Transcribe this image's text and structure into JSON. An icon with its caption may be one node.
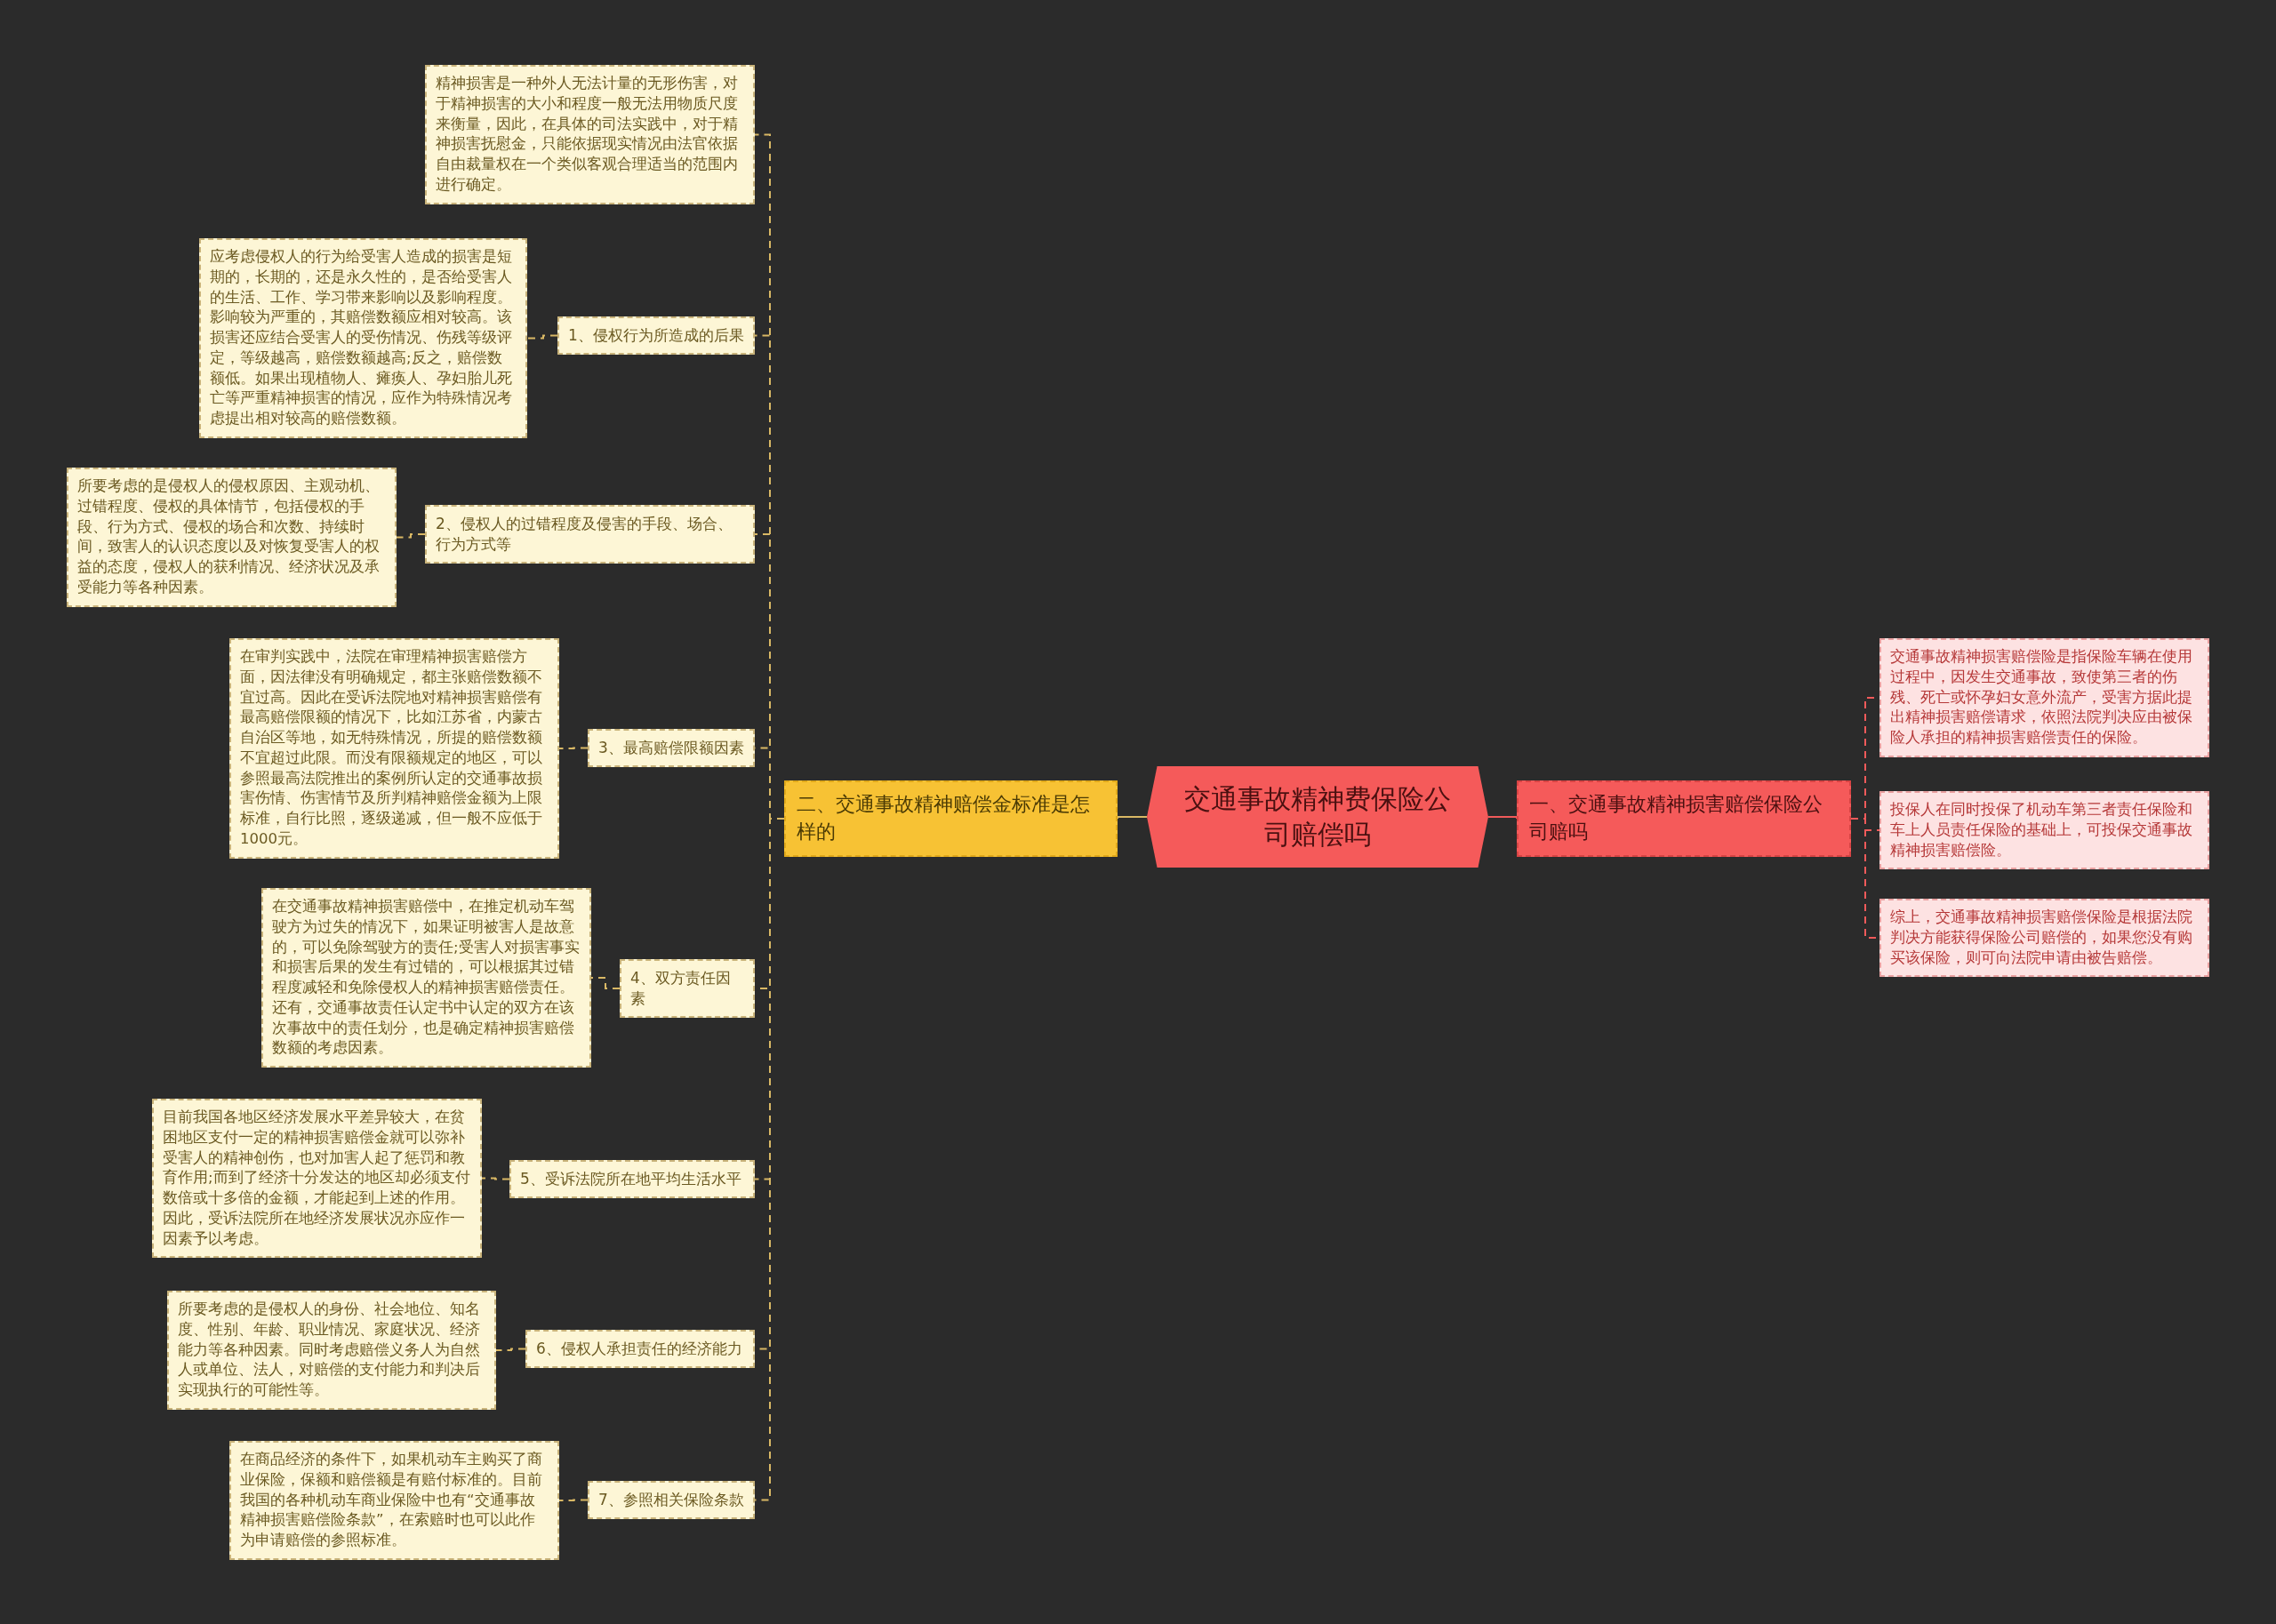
{
  "diagram": {
    "nodes": [
      {
        "text": [
          "交通事故精神费保险公司赔偿吗"
        ]
      },
      {
        "text": [
          "二、交通事故精神赔偿金标准是怎样的"
        ]
      },
      {
        "text": [
          "精神损害是一种外人无法计量的无形伤害，对于精神损害的大小和程度一般无法用物质尺度来衡量，因此，在具体的司法实践中，对于精神损害抚慰金，只能依据现实情况由法官依据自由裁量权在一个类似客观合理适当的范围内进行确定。"
        ]
      },
      {
        "text": [
          "1、侵权行为所造成的后果"
        ]
      },
      {
        "text": [
          "应考虑侵权人的行为给受害人造成的损害是短期的，长期的，还是永久性的，是否给受害人的生活、工作、学习带来影响以及影响程度。影响较为严重的，其赔偿数额应相对较高。该损害还应结合受害人的受伤情况、伤残等级评定，等级越高，赔偿数额越高;反之，赔偿数额低。如果出现植物人、瘫痪人、孕妇胎儿死亡等严重精神损害的情况，应作为特殊情况考虑提出相对较高的赔偿数额。"
        ]
      },
      {
        "text": [
          "2、侵权人的过错程度及侵害的手段、场合、行为方式等"
        ]
      },
      {
        "text": [
          "所要考虑的是侵权人的侵权原因、主观动机、过错程度、侵权的具体情节，包括侵权的手段、行为方式、侵权的场合和次数、持续时间，致害人的认识态度以及对恢复受害人的权益的态度，侵权人的获利情况、经济状况及承受能力等各种因素。"
        ]
      },
      {
        "text": [
          "3、最高赔偿限额因素"
        ]
      },
      {
        "text": [
          "在审判实践中，法院在审理精神损害赔偿方面，因法律没有明确规定，都主张赔偿数额不宜过高。因此在受诉法院地对精神损害赔偿有最高赔偿限额的情况下，比如江苏省，内蒙古自治区等地，如无特殊情况，所提的赔偿数额不宜超过此限。而没有限额规定的地区，可以参照最高法院推出的案例所认定的交通事故损害伤情、伤害情节及所判精神赔偿金额为上限标准，自行比照，逐级递减，但一般不应低于1000元。"
        ]
      },
      {
        "text": [
          "4、双方责任因素"
        ]
      },
      {
        "text": [
          "在交通事故精神损害赔偿中，在推定机动车驾驶方为过失的情况下，如果证明被害人是故意的，可以免除驾驶方的责任;受害人对损害事实和损害后果的发生有过错的，可以根据其过错程度减轻和免除侵权人的精神损害赔偿责任。还有，交通事故责任认定书中认定的双方在该次事故中的责任划分，也是确定精神损害赔偿数额的考虑因素。"
        ]
      },
      {
        "text": [
          "5、受诉法院所在地平均生活水平"
        ]
      },
      {
        "text": [
          "目前我国各地区经济发展水平差异较大，在贫困地区支付一定的精神损害赔偿金就可以弥补受害人的精神创伤，也对加害人起了惩罚和教育作用;而到了经济十分发达的地区却必须支付数倍或十多倍的金额，才能起到上述的作用。因此，受诉法院所在地经济发展状况亦应作一因素予以考虑。"
        ]
      },
      {
        "text": [
          "6、侵权人承担责任的经济能力"
        ]
      },
      {
        "text": [
          "所要考虑的是侵权人的身份、社会地位、知名度、性别、年龄、职业情况、家庭状况、经济能力等各种因素。同时考虑赔偿义务人为自然人或单位、法人，对赔偿的支付能力和判决后实现执行的可能性等。"
        ]
      },
      {
        "text": [
          "7、参照相关保险条款"
        ]
      },
      {
        "text": [
          "在商品经济的条件下，如果机动车主购买了商业保险，保额和赔偿额是有赔付标准的。目前我国的各种机动车商业保险中也有“交通事故精神损害赔偿险条款”，在索赔时也可以此作为申请赔偿的参照标准。"
        ]
      },
      {
        "text": [
          "一、交通事故精神损害赔偿保险公司赔吗"
        ]
      },
      {
        "text": [
          "交通事故精神损害赔偿险是指保险车辆在使用过程中，因发生交通事故，致使第三者的伤残、死亡或怀孕妇女意外流产，受害方据此提出精神损害赔偿请求，依照法院判决应由被保险人承担的精神损害赔偿责任的保险。"
        ]
      },
      {
        "text": [
          "投保人在同时投保了机动车第三者责任保险和车上人员责任保险的基础上，可投保交通事故精神损害赔偿险。"
        ]
      },
      {
        "text": [
          "综上，交通事故精神损害赔偿保险是根据法院判决方能获得保险公司赔偿的，如果您没有购买该保险，则可向法院申请由被告赔偿。"
        ]
      }
    ],
    "edges": [
      {
        "from": 0,
        "to": 1,
        "arrow": "none"
      },
      {
        "from": 1,
        "to": 2,
        "arrow": "none",
        "style": "dashed"
      },
      {
        "from": 1,
        "to": 3,
        "arrow": "none",
        "style": "dashed"
      },
      {
        "from": 3,
        "to": 4,
        "arrow": "none",
        "style": "dashed"
      },
      {
        "from": 1,
        "to": 5,
        "arrow": "none",
        "style": "dashed"
      },
      {
        "from": 5,
        "to": 6,
        "arrow": "none",
        "style": "dashed"
      },
      {
        "from": 1,
        "to": 7,
        "arrow": "none",
        "style": "dashed"
      },
      {
        "from": 7,
        "to": 8,
        "arrow": "none",
        "style": "dashed"
      },
      {
        "from": 1,
        "to": 9,
        "arrow": "none",
        "style": "dashed"
      },
      {
        "from": 9,
        "to": 10,
        "arrow": "none",
        "style": "dashed"
      },
      {
        "from": 1,
        "to": 11,
        "arrow": "none",
        "style": "dashed"
      },
      {
        "from": 11,
        "to": 12,
        "arrow": "none",
        "style": "dashed"
      },
      {
        "from": 1,
        "to": 13,
        "arrow": "none",
        "style": "dashed"
      },
      {
        "from": 13,
        "to": 14,
        "arrow": "none",
        "style": "dashed"
      },
      {
        "from": 1,
        "to": 15,
        "arrow": "none",
        "style": "dashed"
      },
      {
        "from": 15,
        "to": 16,
        "arrow": "none",
        "style": "dashed"
      },
      {
        "from": 0,
        "to": 17,
        "arrow": "none",
        "color": "#f05a5a"
      },
      {
        "from": 17,
        "to": 18,
        "arrow": "none",
        "style": "dashed",
        "color": "#f05a5a"
      },
      {
        "from": 17,
        "to": 19,
        "arrow": "none",
        "style": "dashed",
        "color": "#f05a5a"
      },
      {
        "from": 17,
        "to": 20,
        "arrow": "none",
        "style": "dashed",
        "color": "#f05a5a"
      }
    ]
  }
}
